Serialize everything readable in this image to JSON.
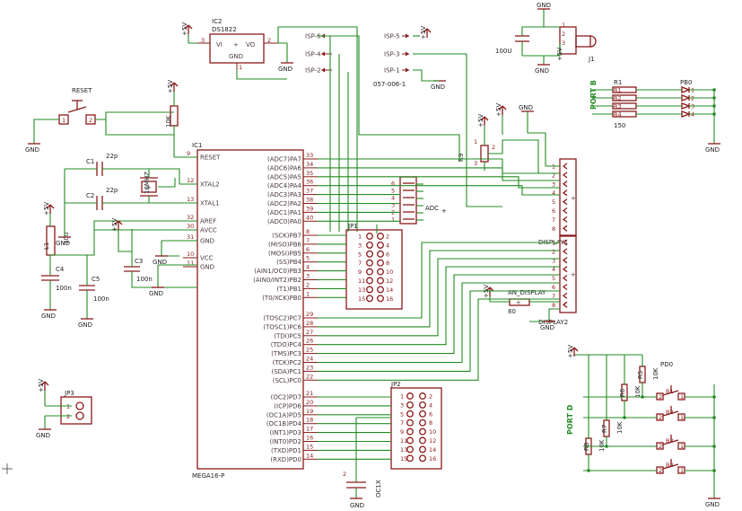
{
  "mcu": {
    "ref": "IC1",
    "value": "MEGA16-P",
    "left_pins": [
      {
        "num": "9",
        "name": "RESET"
      },
      {
        "num": "12",
        "name": "XTAL2"
      },
      {
        "num": "13",
        "name": "XTAL1"
      },
      {
        "num": "32",
        "name": "AREF"
      },
      {
        "num": "30",
        "name": "AVCC"
      },
      {
        "num": "31",
        "name": "GND"
      },
      {
        "num": "10",
        "name": "VCC"
      },
      {
        "num": "11",
        "name": "GND"
      }
    ],
    "right_pins": [
      {
        "num": "33",
        "name": "(ADC7)PA7"
      },
      {
        "num": "34",
        "name": "(ADC6)PA6"
      },
      {
        "num": "35",
        "name": "(ADC5)PA5"
      },
      {
        "num": "36",
        "name": "(ADC4)PA4"
      },
      {
        "num": "37",
        "name": "(ADC3)PA3"
      },
      {
        "num": "38",
        "name": "(ADC2)PA2"
      },
      {
        "num": "39",
        "name": "(ADC1)PA1"
      },
      {
        "num": "40",
        "name": "(ADC0)PA0"
      },
      {
        "num": "8",
        "name": "(SCK)PB7"
      },
      {
        "num": "7",
        "name": "(MISO)PB6"
      },
      {
        "num": "6",
        "name": "(MOSI)PB5"
      },
      {
        "num": "5",
        "name": "(SS)PB4"
      },
      {
        "num": "4",
        "name": "(AIN1/OC0)PB3"
      },
      {
        "num": "3",
        "name": "(AIN0/INT2)PB2"
      },
      {
        "num": "2",
        "name": "(T1)PB1"
      },
      {
        "num": "1",
        "name": "(T0/XCK)PB0"
      },
      {
        "num": "29",
        "name": "(TOSC2)PC7"
      },
      {
        "num": "28",
        "name": "(TOSC1)PC6"
      },
      {
        "num": "27",
        "name": "(TDI)PC5"
      },
      {
        "num": "26",
        "name": "(TDO)PC4"
      },
      {
        "num": "25",
        "name": "(TMS)PC3"
      },
      {
        "num": "24",
        "name": "(TCK)PC2"
      },
      {
        "num": "23",
        "name": "(SDA)PC1"
      },
      {
        "num": "22",
        "name": "(SCL)PC0"
      },
      {
        "num": "21",
        "name": "(OC2)PD7"
      },
      {
        "num": "20",
        "name": "(ICP)PD6"
      },
      {
        "num": "19",
        "name": "(OC1A)PD5"
      },
      {
        "num": "18",
        "name": "(OC1B)PD4"
      },
      {
        "num": "17",
        "name": "(INT1)PD3"
      },
      {
        "num": "16",
        "name": "(INT0)PD2"
      },
      {
        "num": "15",
        "name": "(TXD)PD1"
      },
      {
        "num": "14",
        "name": "(RXD)PD0"
      }
    ]
  },
  "ic2": {
    "ref": "IC2",
    "value": "DS1822",
    "vi": "VI",
    "vo": "VO",
    "gnd": "GND",
    "plus": "+",
    "pin_vi": "3",
    "pin_vo": "2",
    "pin_gnd": "1"
  },
  "supply": {
    "vcc": "+5V",
    "gnd": "GND"
  },
  "reset": {
    "label": "RESET",
    "pin_a": "1",
    "pin_b": "2"
  },
  "resistors": {
    "r10k": "10K",
    "r9": "R9",
    "r9_pins": [
      "1",
      "2",
      "3"
    ],
    "r80": "80",
    "r1": {
      "ref": "R1",
      "value": "150",
      "pins": [
        "R1",
        "R2",
        "R3",
        "R4"
      ]
    },
    "pd_refs": [
      "R5",
      "R6",
      "R7",
      "R8"
    ],
    "pd_value": "10K"
  },
  "caps": {
    "c1": "C1",
    "c1v": "22p",
    "c2": "C2",
    "c2v": "22p",
    "c3": "C3",
    "c3v": "100n",
    "c4": "C4",
    "c4v": "100n",
    "c5": "C5",
    "c5v": "100n",
    "c100u": "100U"
  },
  "crystal": {
    "value": "16MHZ",
    "plus": "+"
  },
  "inductor": {
    "ref": "L1",
    "value": "10u"
  },
  "isp": {
    "left": [
      "ISP-6",
      "ISP-4",
      "ISP-2"
    ],
    "right": [
      "ISP-5",
      "ISP-3",
      "ISP-1"
    ],
    "part": "057-006-1"
  },
  "adc": {
    "label": "ADC",
    "plus": "+",
    "pins": [
      "6",
      "5",
      "4",
      "3",
      "2",
      "1"
    ]
  },
  "jp1": {
    "ref": "JP1",
    "left": [
      "1",
      "3",
      "5",
      "7",
      "9",
      "11",
      "13",
      "15"
    ],
    "right": [
      "2",
      "4",
      "6",
      "8",
      "10",
      "12",
      "14",
      "16"
    ]
  },
  "jp2": {
    "ref": "JP2",
    "left": [
      "1",
      "3",
      "5",
      "7",
      "9",
      "11",
      "13",
      "15"
    ],
    "right": [
      "2",
      "4",
      "6",
      "8",
      "10",
      "12",
      "14",
      "16"
    ]
  },
  "jp3": {
    "ref": "JP3",
    "pins": [
      "1",
      "2"
    ]
  },
  "display1": {
    "ref": "DISPLAY1",
    "pins": [
      "1",
      "2",
      "3",
      "4",
      "5",
      "6",
      "7",
      "8"
    ]
  },
  "display2": {
    "ref": "DISPLAY2",
    "pins": [
      "1",
      "2",
      "3",
      "4",
      "5",
      "6",
      "7",
      "8"
    ]
  },
  "an_display": "AN_DISPLAY",
  "jack": {
    "ref": "J1",
    "pins": [
      "1",
      "2",
      "3"
    ]
  },
  "portb": {
    "label": "PORT B",
    "ref": "PB0",
    "nums": [
      "1",
      "2",
      "3",
      "4"
    ]
  },
  "portd": {
    "label": "PORT D",
    "ref": "PD0",
    "buttons": [
      "B1",
      "B2",
      "B3",
      "B4"
    ],
    "pin_a": "1",
    "pin_b": "2"
  },
  "oc1x": "OC1X",
  "dash_plus": "+"
}
